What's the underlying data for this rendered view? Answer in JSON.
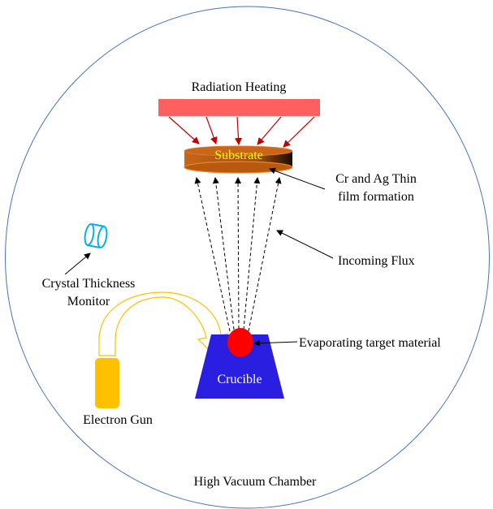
{
  "labels": {
    "radiation_heating": "Radiation Heating",
    "substrate": "Substrate",
    "film_line1": "Cr and Ag Thin",
    "film_line2": "film formation",
    "incoming_flux": "Incoming Flux",
    "monitor_line1": "Crystal Thickness",
    "monitor_line2": "Monitor",
    "evaporating": "Evaporating target material",
    "crucible": "Crucible",
    "electron_gun": "Electron Gun",
    "chamber": "High Vacuum Chamber"
  },
  "colors": {
    "chamber_outline": "#4472C4",
    "heater": "#FF5F5F",
    "heat_arrows": "#C00000",
    "substrate": "#B85A0E",
    "substrate_text": "#FFFF00",
    "crucible": "#2A1FE0",
    "target": "#FF0000",
    "electron_gun": "#FFC000",
    "monitor": "#00B0F0"
  }
}
